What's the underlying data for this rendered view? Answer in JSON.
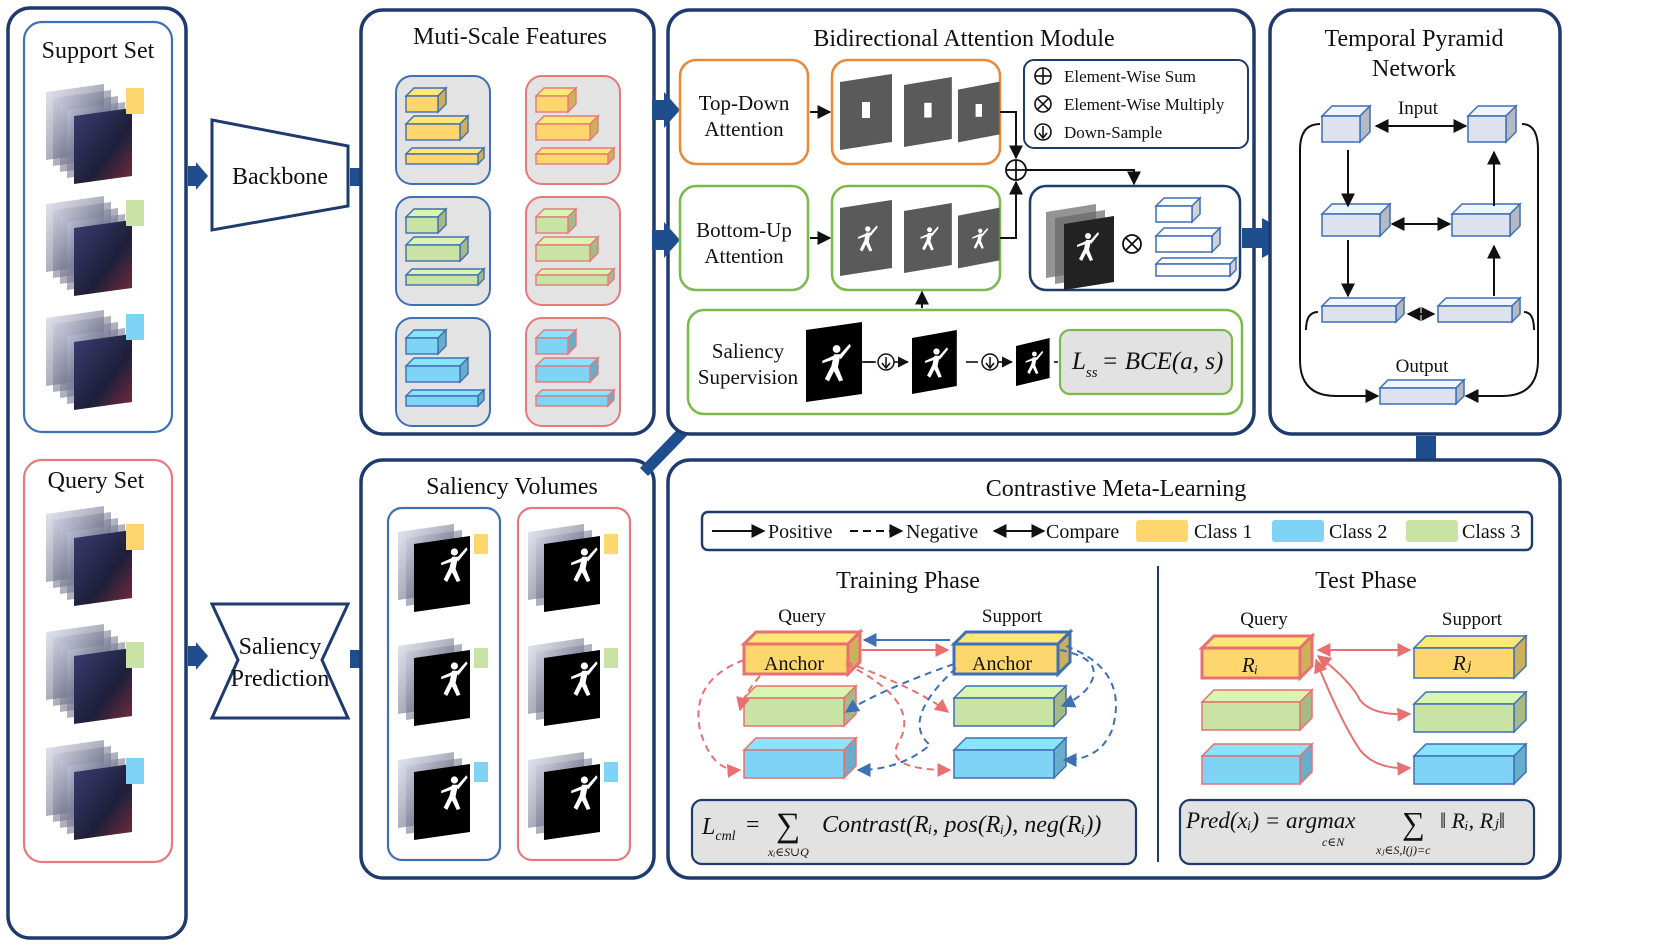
{
  "colors": {
    "panel_border": "#1f3b6e",
    "support_border": "#3f6fb5",
    "query_border": "#e57a7a",
    "class1": "#fdd76e",
    "class2": "#7fd3f5",
    "class3": "#c9e3a5",
    "arrow": "#1f4e8f",
    "positive_arrow": "#e87070",
    "negative_arrow": "#3f6fb5"
  },
  "left": {
    "support_title": "Support Set",
    "query_title": "Query Set"
  },
  "backbone": {
    "label": "Backbone"
  },
  "saliency_prediction": {
    "line1": "Saliency",
    "line2": "Prediction"
  },
  "multi_scale": {
    "title": "Muti-Scale Features"
  },
  "saliency_volumes": {
    "title": "Saliency Volumes"
  },
  "bam": {
    "title": "Bidirectional Attention Module",
    "top_down_line1": "Top-Down",
    "top_down_line2": "Attention",
    "bottom_up_line1": "Bottom-Up",
    "bottom_up_line2": "Attention",
    "saliency_line1": "Saliency",
    "saliency_line2": "Supervision",
    "legend": {
      "sum": "Element-Wise Sum",
      "multiply": "Element-Wise Multiply",
      "down": "Down-Sample"
    },
    "loss": {
      "L": "L",
      "sub": "ss",
      "rhs": "= BCE(a, s)"
    }
  },
  "tpn": {
    "title_line1": "Temporal Pyramid",
    "title_line2": "Network",
    "input": "Input",
    "output": "Output"
  },
  "cml": {
    "title": "Contrastive Meta-Learning",
    "legend": {
      "positive": "Positive",
      "negative": "Negative",
      "compare": "Compare",
      "class1": "Class 1",
      "class2": "Class 2",
      "class3": "Class 3"
    },
    "training": {
      "title": "Training Phase",
      "query": "Query",
      "support": "Support",
      "anchor": "Anchor",
      "formula_L": "L",
      "formula_sub": "cml",
      "formula_eq": "=",
      "formula_sigma": "∑",
      "formula_under": "xᵢ∈S∪Q",
      "formula_body": "Contrast(Rᵢ, pos(Rᵢ), neg(Rᵢ))"
    },
    "test": {
      "title": "Test Phase",
      "query": "Query",
      "support": "Support",
      "ri": "Rᵢ",
      "rj": "Rⱼ",
      "formula_left": "Pred(xᵢ) = argmax",
      "formula_under_argmax": "c∈N",
      "formula_sigma": "∑",
      "formula_under_sigma": "xⱼ∈S,l(j)=c",
      "formula_right": "‖ Rᵢ, Rⱼ‖"
    }
  }
}
